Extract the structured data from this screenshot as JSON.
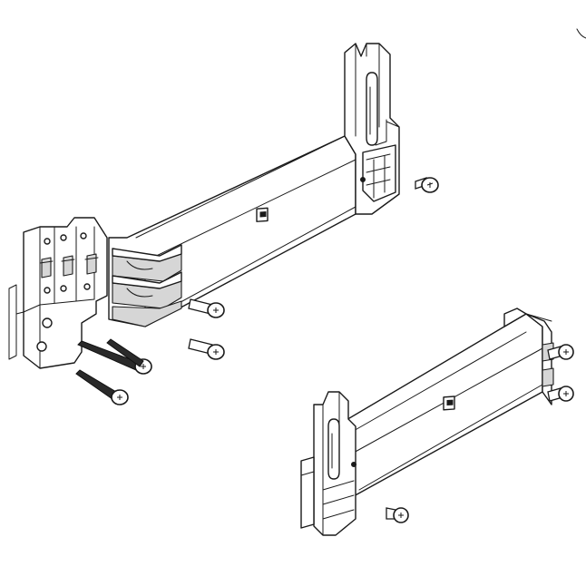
{
  "figure": {
    "kind": "exploded-assembly-line-drawing",
    "parts": [
      "upper-hinge-bracket-assembly",
      "hinge-mounting-plate",
      "lower-hinge-bracket-assembly",
      "wood-screws",
      "machine-screws"
    ],
    "counts": {
      "wood_screws": 3,
      "machine_screws_upper": 3,
      "machine_screws_lower": 3
    },
    "colors": {
      "line": "#1a1a1a",
      "fill": "#ffffff",
      "shade": "#d6d6d6"
    }
  }
}
